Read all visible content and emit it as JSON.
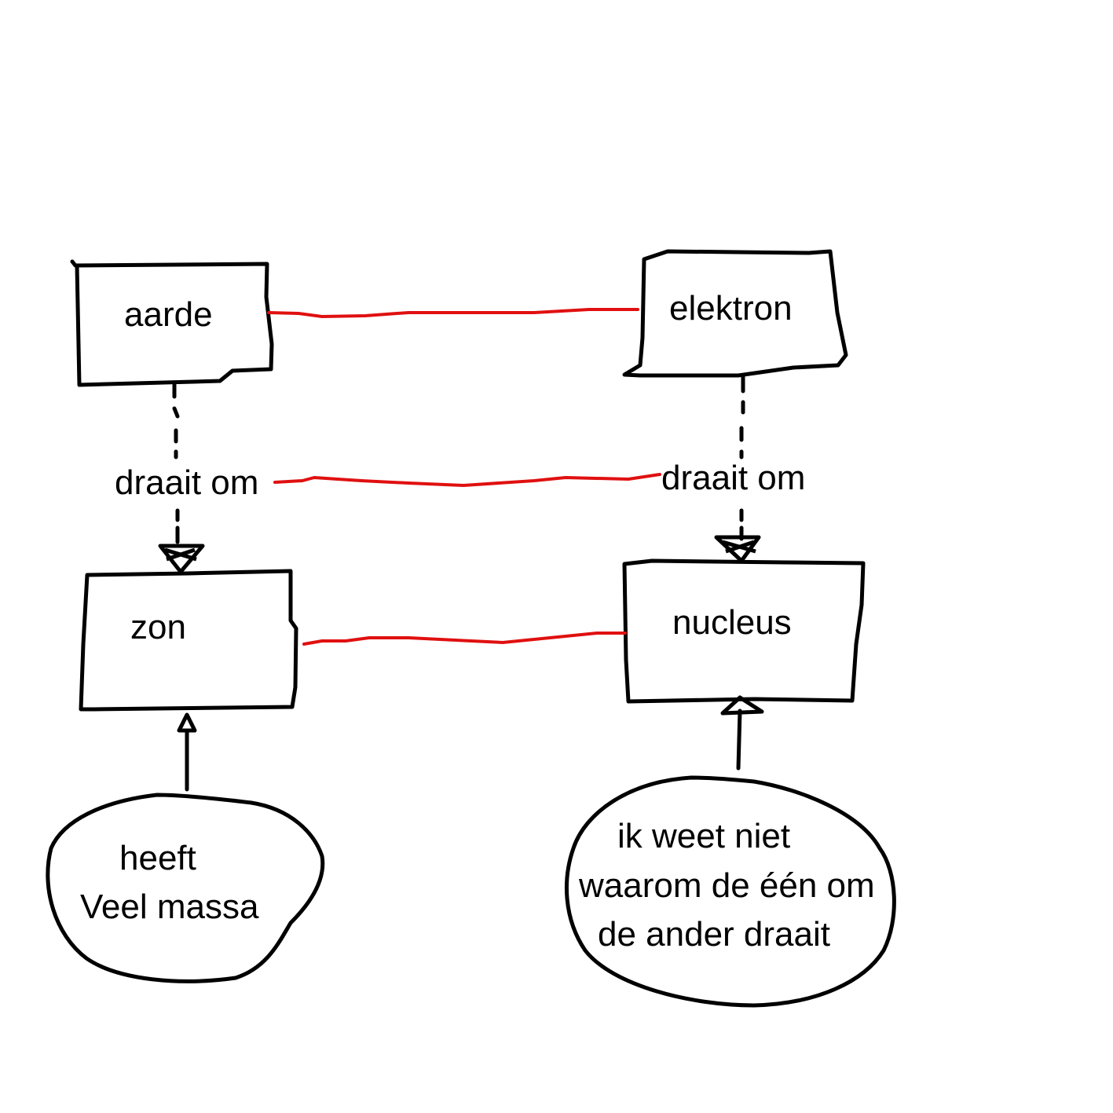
{
  "nodes": {
    "aarde": "aarde",
    "elektron": "elektron",
    "zon": "zon",
    "nucleus": "nucleus"
  },
  "edges": {
    "left_relation": "draait om",
    "right_relation": "draait om"
  },
  "notes": {
    "zon_note_line1": "heeft",
    "zon_note_line2": "Veel massa",
    "nucleus_note_line1": "ik weet niet",
    "nucleus_note_line2": "waarom de één om",
    "nucleus_note_line3": "de ander draait"
  },
  "colors": {
    "ink": "#000000",
    "analogy_link": "#e01010"
  }
}
